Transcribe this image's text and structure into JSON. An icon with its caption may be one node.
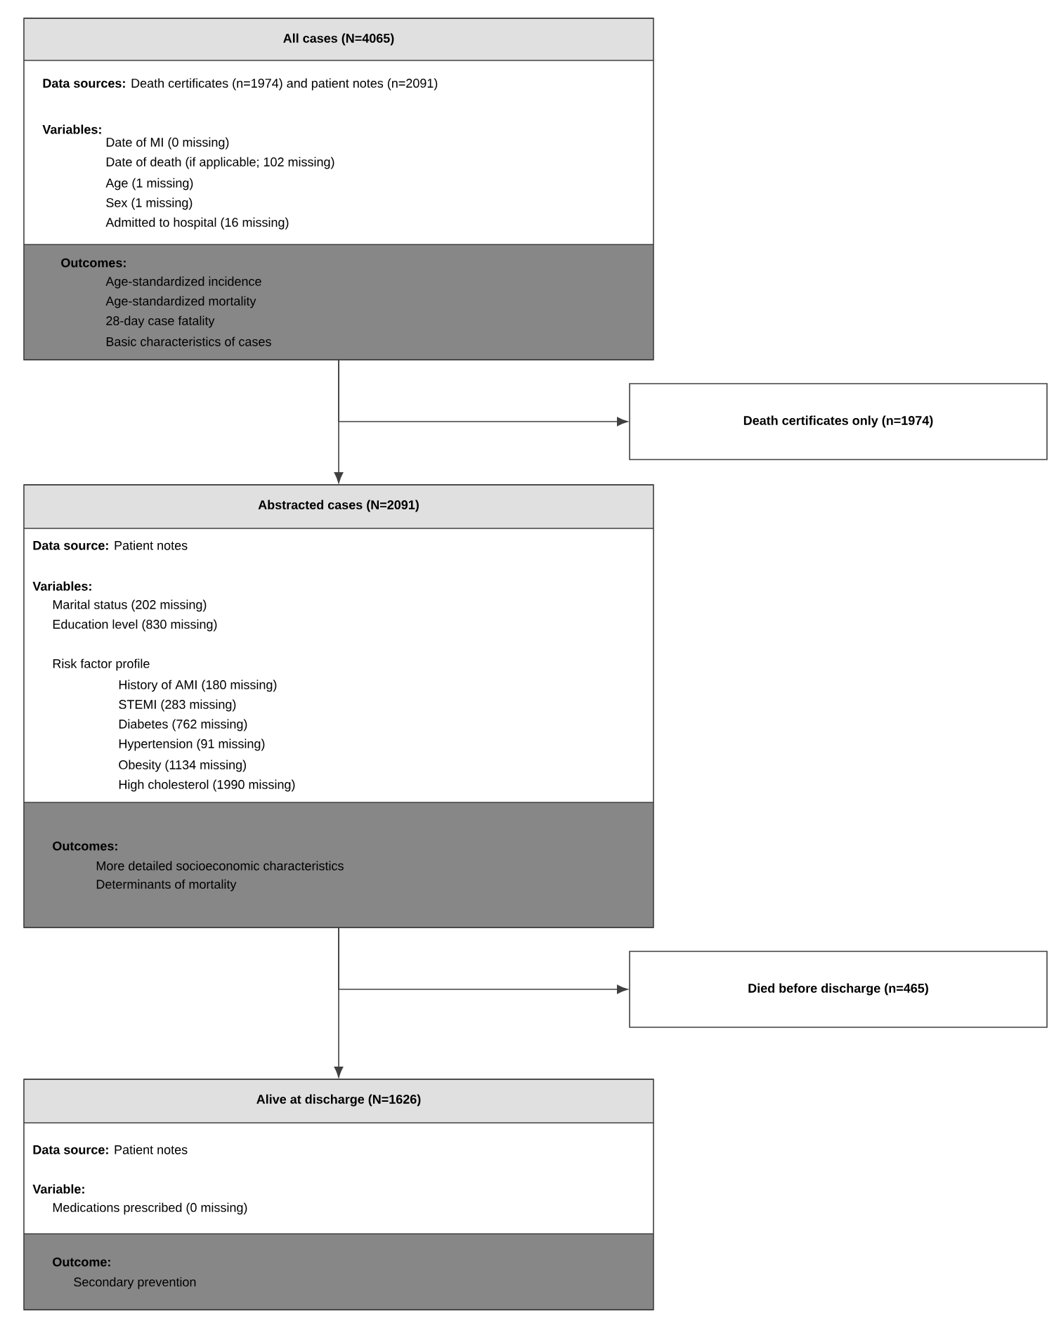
{
  "diagram": {
    "nodes": [
      {
        "text": [
          "All cases (N=4065)",
          "**Data sources:** Death certificates (n=1974) and patient notes (n=2091)",
          "Variables:",
          "Date of MI (0 missing)",
          "Date of death (if applicable; 102 missing)",
          "Age (1 missing)",
          "Sex (1 missing)",
          "Admitted to hospital (16 missing)",
          "Outcomes:",
          "Age-standardized incidence",
          "Age-standardized mortality",
          "28-day case fatality",
          "Basic characteristics of cases"
        ]
      },
      {
        "text": [
          "Death certificates only (n=1974)"
        ]
      },
      {
        "text": [
          "Abstracted cases (N=2091)",
          "**Data source:** Patient notes",
          "Variables:",
          "Marital status (202 missing)",
          "Education level (830 missing)",
          "Risk factor profile",
          "History of AMI (180 missing)",
          "STEMI (283 missing)",
          "Diabetes (762 missing)",
          "Hypertension (91 missing)",
          "Obesity (1134 missing)",
          "High cholesterol (1990 missing)",
          "Outcomes:",
          "More detailed socioeconomic characteristics",
          "Determinants of mortality"
        ]
      },
      {
        "text": [
          "Died before discharge (n=465)"
        ]
      },
      {
        "text": [
          "Alive at discharge (N=1626)",
          "**Data source:** Patient notes",
          "Variable:",
          "Medications prescribed (0 missing)",
          "Outcome:",
          "Secondary prevention"
        ]
      }
    ],
    "edges": [
      {
        "from": 0,
        "to": 1,
        "arrow": "to"
      },
      {
        "from": 0,
        "to": 2,
        "arrow": "to"
      },
      {
        "from": 2,
        "to": 3,
        "arrow": "to"
      },
      {
        "from": 2,
        "to": 4,
        "arrow": "to"
      }
    ]
  }
}
